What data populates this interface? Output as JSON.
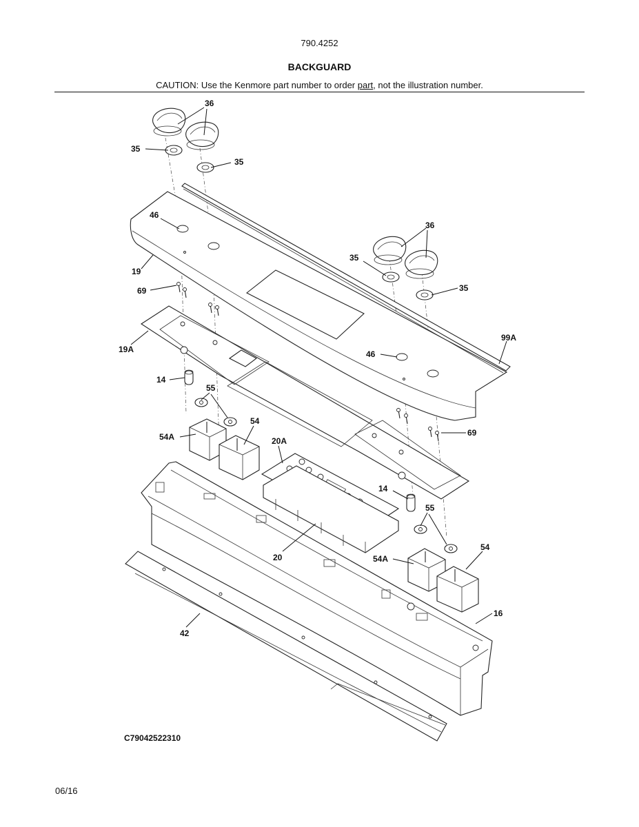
{
  "header": {
    "model_number": "790.4252",
    "section_title": "BACKGUARD",
    "caution_prefix": "CAUTION: Use the Kenmore part number to order ",
    "caution_link": "part",
    "caution_suffix": ", not the illustration number."
  },
  "callouts": {
    "c36_top": "36",
    "c35_left": "35",
    "c35_mid": "35",
    "c46_left": "46",
    "c19": "19",
    "c69_left": "69",
    "c19a": "19A",
    "c36_right": "36",
    "c35_right_a": "35",
    "c35_right_b": "35",
    "c99a": "99A",
    "c46_right": "46",
    "c14_left": "14",
    "c55_left": "55",
    "c54_left": "54",
    "c54a_left": "54A",
    "c20a": "20A",
    "c69_right": "69",
    "c14_right": "14",
    "c55_right": "55",
    "c20": "20",
    "c54a_right": "54A",
    "c54_right": "54",
    "c16": "16",
    "c42": "42"
  },
  "footer": {
    "diagram_code": "C79042522310",
    "date": "06/16"
  }
}
